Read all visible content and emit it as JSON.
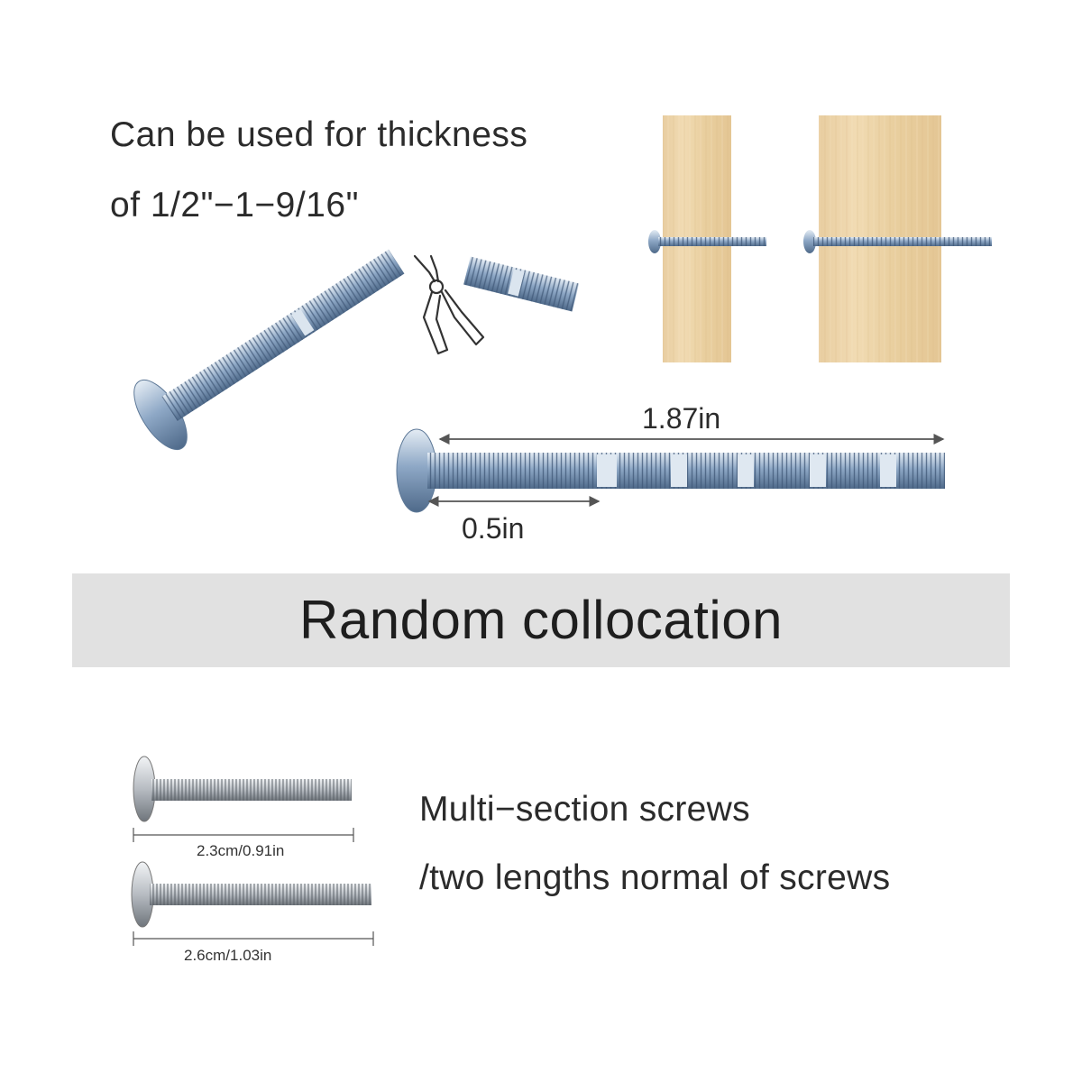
{
  "header": {
    "thickness_line1": "Can be used for thickness",
    "thickness_line2": "of 1/2\"−1−9/16\""
  },
  "dimensions": {
    "total_length": "1.87in",
    "section_length": "0.5in"
  },
  "banner": {
    "title": "Random collocation"
  },
  "screws": {
    "short_label": "2.3cm/0.91in",
    "long_label": "2.6cm/1.03in"
  },
  "description": {
    "line1": "Multi−section screws",
    "line2": "/two lengths normal of screws"
  },
  "colors": {
    "wood_light": "#efd8ae",
    "wood_dark": "#e3c390",
    "steel_blue": "#9fb9d6",
    "steel_dark": "#5d7897",
    "silver": "#c8ccd0",
    "banner_bg": "#e1e1e1"
  },
  "icons": {
    "pliers": "pliers-icon"
  }
}
